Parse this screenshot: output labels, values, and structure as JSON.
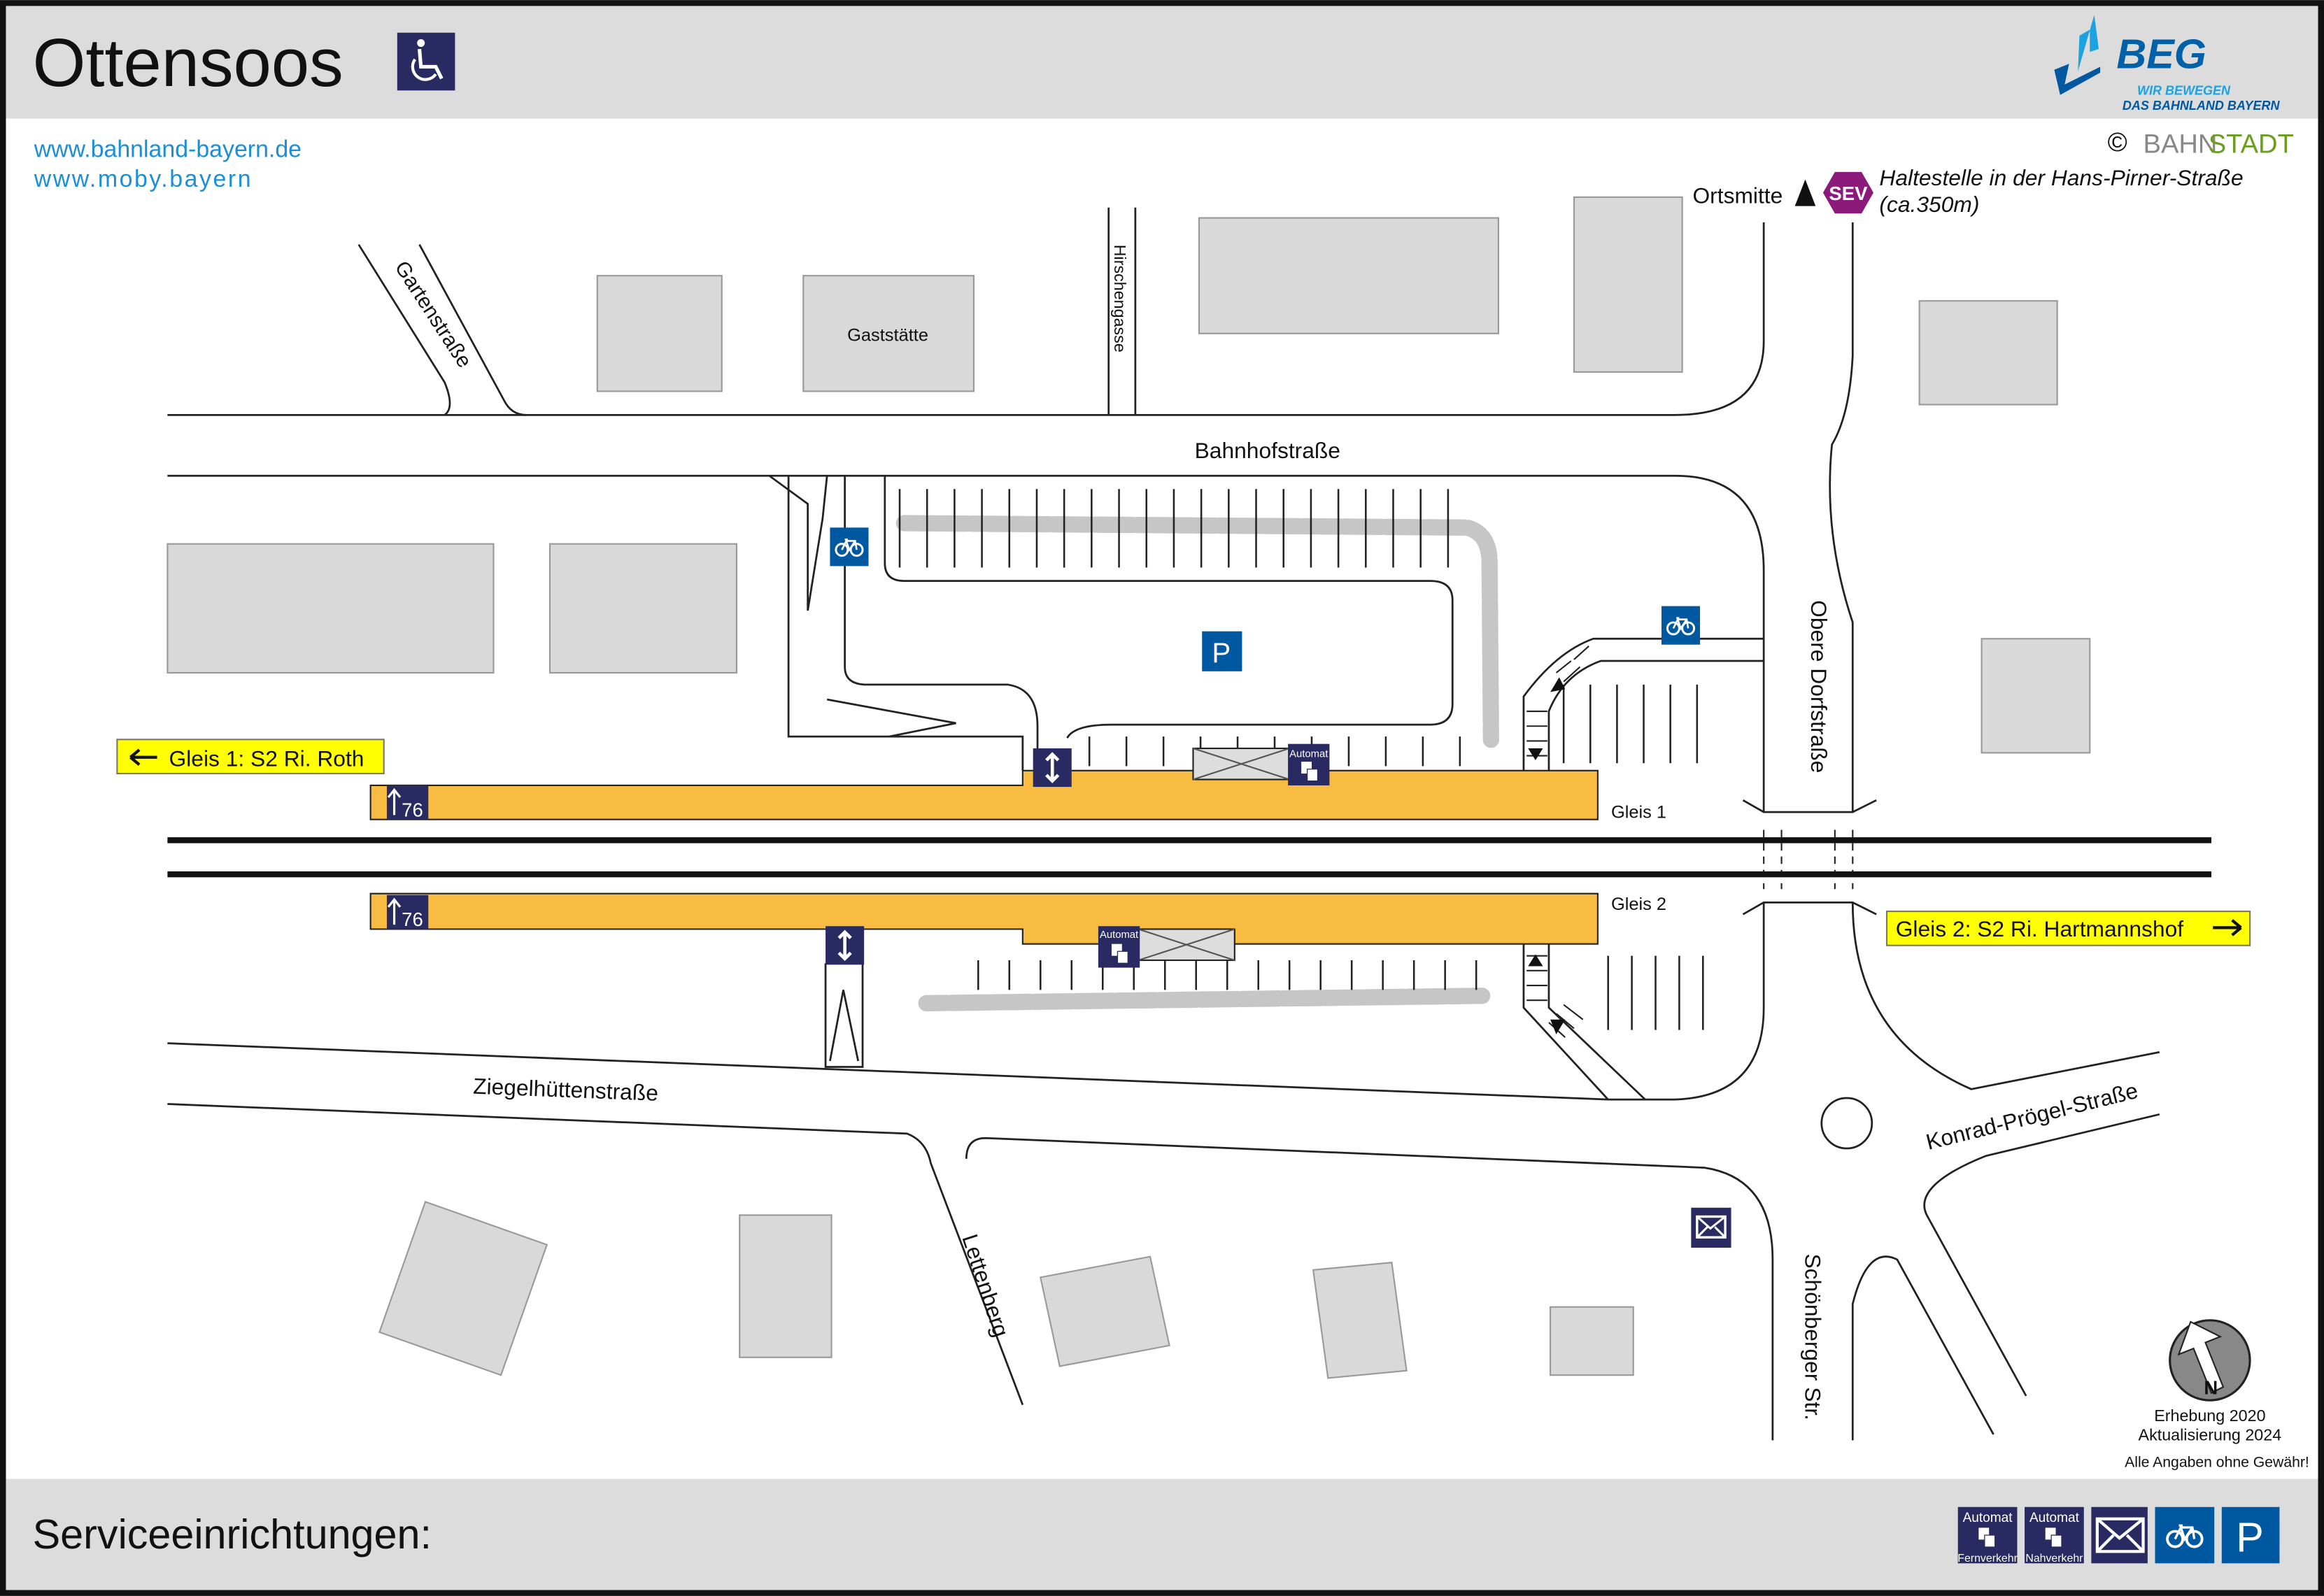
{
  "header": {
    "title": "Ottensoos",
    "accessibility_icon": "wheelchair-icon",
    "logo": {
      "name": "BEG",
      "tagline_1": "WIR BEWEGEN",
      "tagline_2": "DAS BAHNLAND BAYERN"
    }
  },
  "links": [
    "www.bahnland-bayern.de",
    "www.moby.bayern"
  ],
  "copyright": {
    "symbol": "©",
    "part1": "BAHN",
    "part2": "STADT"
  },
  "sev": {
    "ortsmitte": "Ortsmitte",
    "badge": "SEV",
    "line1": "Haltestelle in der Hans-Pirner-Straße",
    "line2": "(ca.350m)"
  },
  "streets": {
    "gartenstrasse": "Gartenstraße",
    "hirschengasse": "Hirschengasse",
    "bahnhofstrasse": "Bahnhofstraße",
    "obere_dorfstrasse": "Obere Dorfstraße",
    "ziegelhuettenstrasse": "Ziegelhüttenstraße",
    "lettenberg": "Lettenberg",
    "schoenberger": "Schönberger Str.",
    "konrad": "Konrad-Prögel-Straße"
  },
  "buildings": {
    "gaststaette": "Gaststätte"
  },
  "platforms": {
    "gleis1": "Gleis 1",
    "gleis2": "Gleis 2",
    "gleis1_direction": "Gleis 1: S2 Ri. Roth",
    "gleis2_direction": "Gleis 2: S2 Ri. Hartmannshof",
    "height_1": "76",
    "height_2": "76"
  },
  "map_icons": {
    "automat": "Automat",
    "parking": "P"
  },
  "info": {
    "survey": "Erhebung 2020",
    "update": "Aktualisierung 2024",
    "disclaimer": "Alle Angaben ohne Gewähr!",
    "north": "N"
  },
  "footer": {
    "title": "Serviceeinrichtungen:",
    "items": [
      {
        "icon": "ticket-machine-icon",
        "label_top": "Automat",
        "label_bottom": "Fernverkehr"
      },
      {
        "icon": "ticket-machine-icon",
        "label_top": "Automat",
        "label_bottom": "Nahverkehr"
      },
      {
        "icon": "mail-icon"
      },
      {
        "icon": "bicycle-icon"
      },
      {
        "icon": "parking-icon",
        "label": "P"
      }
    ]
  },
  "colors": {
    "platform": "#f9bc43",
    "navy": "#2a2a62",
    "blue": "#0058a0",
    "yellow": "#ffff00",
    "sev": "#8b1a7a",
    "header_bg": "#dcdcdc"
  }
}
